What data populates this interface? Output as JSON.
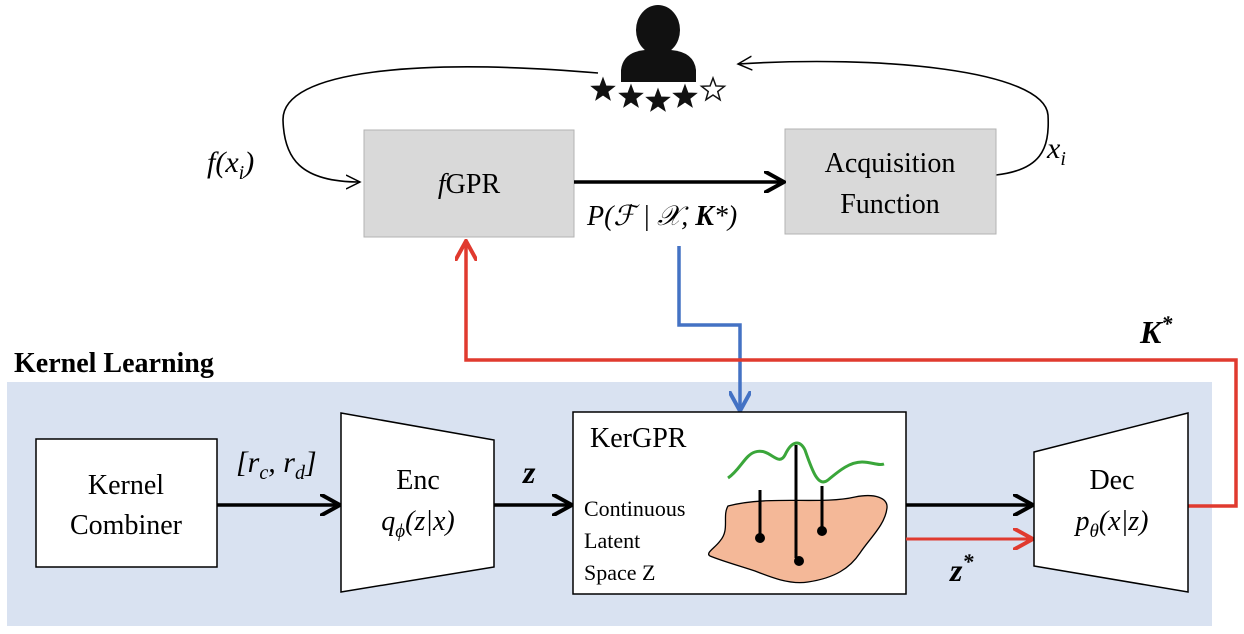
{
  "kernel_learning_title": "Kernel Learning",
  "top": {
    "fgpr_f": "f",
    "fgpr_rest": "GPR",
    "acquisition_line1": "Acquisition",
    "acquisition_line2": "Function",
    "posterior_label": "P(ℱ | 𝒳, ",
    "posterior_K": "K",
    "posterior_close": "*)",
    "feedback_f": "f(x",
    "feedback_sub": "i",
    "feedback_close": ")",
    "query_x": "x",
    "query_sub": "i",
    "user_rating": {
      "filled": 4,
      "total": 5
    }
  },
  "bottom": {
    "kernel_combiner_line1": "Kernel",
    "kernel_combiner_line2": "Combiner",
    "ratio_label_open": "[r",
    "ratio_sub_c": "c",
    "ratio_mid": ", r",
    "ratio_sub_d": "d",
    "ratio_close": "]",
    "enc_title": "Enc",
    "enc_q": "q",
    "enc_phi": "ϕ",
    "enc_args": "(z|x)",
    "z_label": "z",
    "kergpr_title": "KerGPR",
    "kergpr_line1": "Continuous",
    "kergpr_line2": "Latent",
    "kergpr_line3": "Space Z",
    "z_star_label": "z",
    "z_star_sup": "*",
    "dec_title": "Dec",
    "dec_p": "p",
    "dec_theta": "θ",
    "dec_args": "(x|z)",
    "k_star_label": "K",
    "k_star_sup": "*"
  },
  "colors": {
    "panel": "#d9e2f1",
    "box_gray": "#d9d9d9",
    "red": "#e03a2f",
    "blue": "#4472c4",
    "green": "#3aa63a",
    "latent_fill": "#f4b898"
  }
}
